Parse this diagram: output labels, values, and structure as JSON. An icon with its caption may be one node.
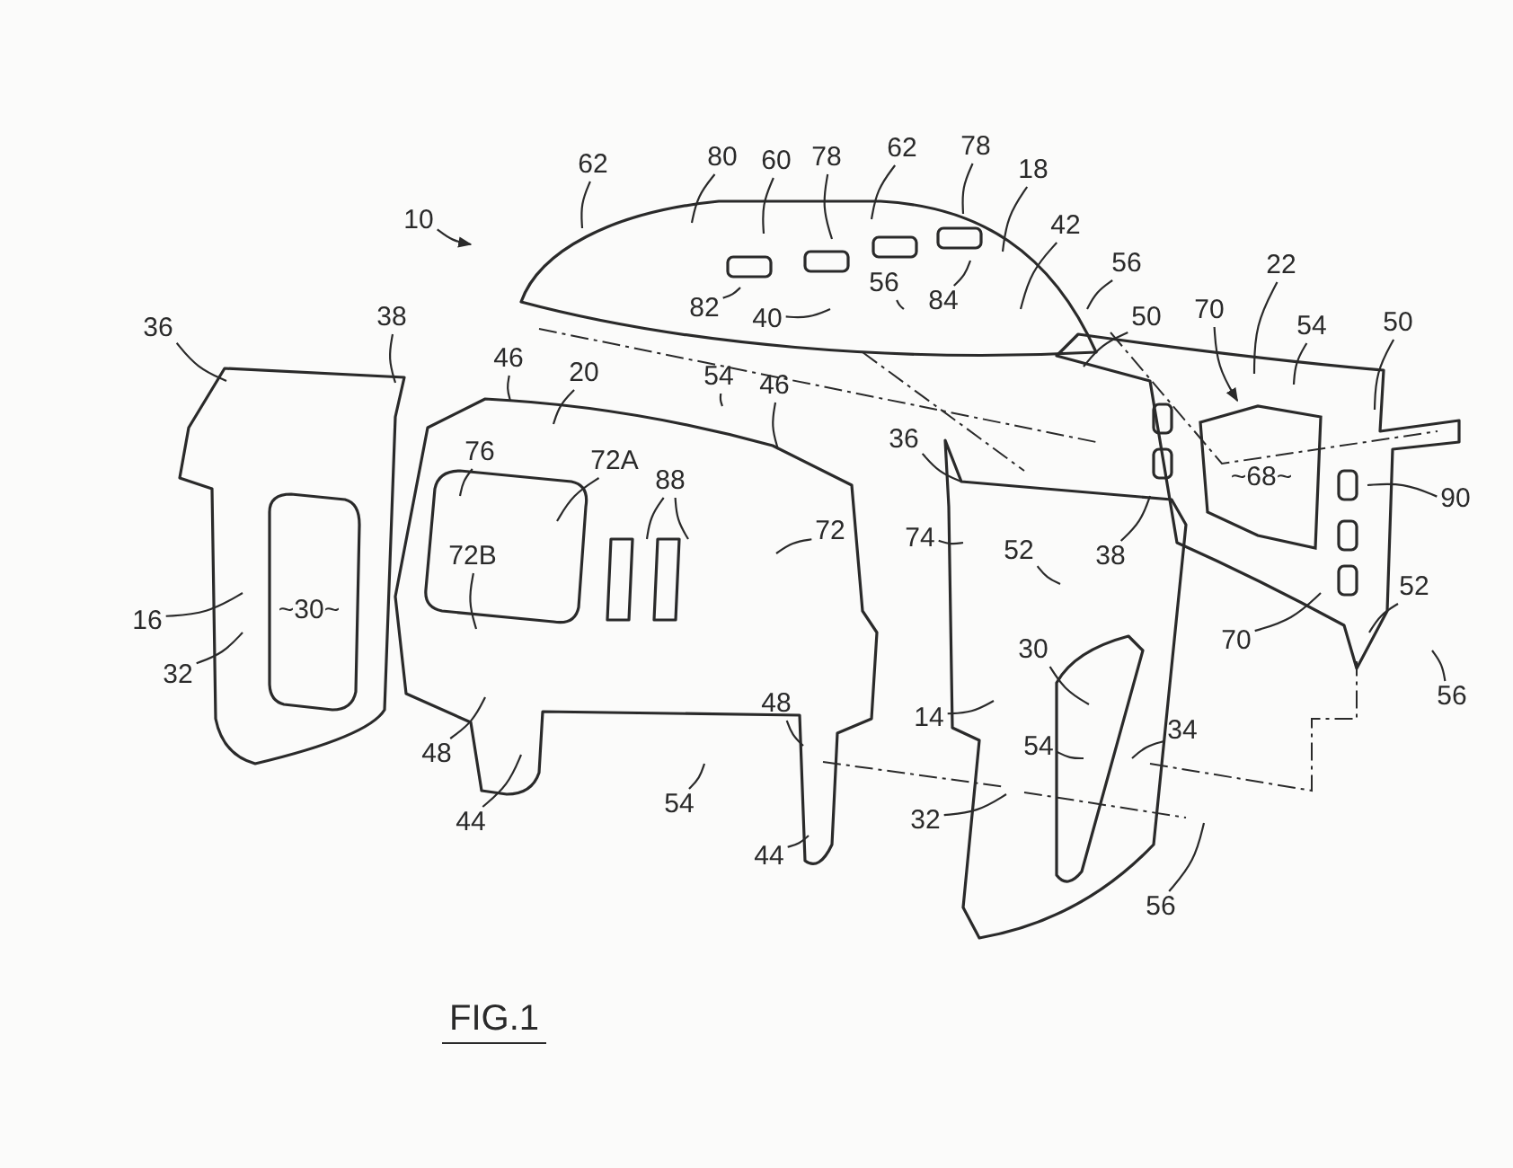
{
  "diagram": {
    "caption": "FIG.1",
    "nodes": [
      {
        "text": [
          "10"
        ]
      },
      {
        "text": [
          "62"
        ]
      },
      {
        "text": [
          "80"
        ]
      },
      {
        "text": [
          "60"
        ]
      },
      {
        "text": [
          "78"
        ]
      },
      {
        "text": [
          "62"
        ]
      },
      {
        "text": [
          "78"
        ]
      },
      {
        "text": [
          "18"
        ]
      },
      {
        "text": [
          "42"
        ]
      },
      {
        "text": [
          "56"
        ]
      },
      {
        "text": [
          "56"
        ]
      },
      {
        "text": [
          "82"
        ]
      },
      {
        "text": [
          "84"
        ]
      },
      {
        "text": [
          "40"
        ]
      },
      {
        "text": [
          "22"
        ]
      },
      {
        "text": [
          "70"
        ]
      },
      {
        "text": [
          "54"
        ]
      },
      {
        "text": [
          "50"
        ]
      },
      {
        "text": [
          "50"
        ]
      },
      {
        "text": [
          "36"
        ]
      },
      {
        "text": [
          "38"
        ]
      },
      {
        "text": [
          "46"
        ]
      },
      {
        "text": [
          "20"
        ]
      },
      {
        "text": [
          "54"
        ]
      },
      {
        "text": [
          "46"
        ]
      },
      {
        "text": [
          "76"
        ]
      },
      {
        "text": [
          "72A"
        ]
      },
      {
        "text": [
          "88"
        ]
      },
      {
        "text": [
          "72"
        ]
      },
      {
        "text": [
          "72B"
        ]
      },
      {
        "text": [
          "16"
        ]
      },
      {
        "text": [
          "32"
        ]
      },
      {
        "text": [
          "48"
        ]
      },
      {
        "text": [
          "44"
        ]
      },
      {
        "text": [
          "36"
        ]
      },
      {
        "text": [
          "38"
        ]
      },
      {
        "text": [
          "74"
        ]
      },
      {
        "text": [
          "52"
        ]
      },
      {
        "text": [
          "90"
        ]
      },
      {
        "text": [
          "52"
        ]
      },
      {
        "text": [
          "70"
        ]
      },
      {
        "text": [
          "56"
        ]
      },
      {
        "text": [
          "30"
        ]
      },
      {
        "text": [
          "14"
        ]
      },
      {
        "text": [
          "54"
        ]
      },
      {
        "text": [
          "34"
        ]
      },
      {
        "text": [
          "48"
        ]
      },
      {
        "text": [
          "32"
        ]
      },
      {
        "text": [
          "56"
        ]
      },
      {
        "text": [
          "54"
        ]
      },
      {
        "text": [
          "44"
        ]
      },
      {
        "text": [
          "~68~"
        ]
      }
    ],
    "edges": [
      {
        "from": 0,
        "to": null,
        "arrow": "to"
      },
      {
        "from": 1,
        "to": null,
        "arrow": "none"
      },
      {
        "from": 2,
        "to": null,
        "arrow": "none"
      },
      {
        "from": 3,
        "to": null,
        "arrow": "none"
      },
      {
        "from": 4,
        "to": null,
        "arrow": "none"
      },
      {
        "from": 5,
        "to": null,
        "arrow": "none"
      },
      {
        "from": 6,
        "to": null,
        "arrow": "none"
      },
      {
        "from": 7,
        "to": null,
        "arrow": "none"
      },
      {
        "from": 8,
        "to": null,
        "arrow": "none"
      },
      {
        "from": 9,
        "to": null,
        "arrow": "none"
      },
      {
        "from": 10,
        "to": null,
        "arrow": "none"
      },
      {
        "from": 11,
        "to": null,
        "arrow": "none"
      },
      {
        "from": 12,
        "to": null,
        "arrow": "none"
      },
      {
        "from": 13,
        "to": null,
        "arrow": "none"
      },
      {
        "from": 14,
        "to": null,
        "arrow": "none"
      },
      {
        "from": 15,
        "to": 51,
        "arrow": "to"
      },
      {
        "from": 16,
        "to": null,
        "arrow": "none"
      },
      {
        "from": 17,
        "to": null,
        "arrow": "none"
      },
      {
        "from": 18,
        "to": null,
        "arrow": "none"
      },
      {
        "from": 19,
        "to": null,
        "arrow": "none"
      },
      {
        "from": 20,
        "to": null,
        "arrow": "none"
      },
      {
        "from": 21,
        "to": null,
        "arrow": "none"
      },
      {
        "from": 22,
        "to": null,
        "arrow": "none"
      },
      {
        "from": 23,
        "to": null,
        "arrow": "none"
      },
      {
        "from": 24,
        "to": null,
        "arrow": "none"
      },
      {
        "from": 25,
        "to": null,
        "arrow": "none"
      },
      {
        "from": 26,
        "to": null,
        "arrow": "none"
      },
      {
        "from": 27,
        "to": null,
        "arrow": "none"
      },
      {
        "from": 27,
        "to": null,
        "arrow": "none"
      },
      {
        "from": 28,
        "to": null,
        "arrow": "none"
      },
      {
        "from": 29,
        "to": null,
        "arrow": "none"
      },
      {
        "from": 30,
        "to": null,
        "arrow": "none"
      },
      {
        "from": 31,
        "to": null,
        "arrow": "none"
      },
      {
        "from": 32,
        "to": null,
        "arrow": "none"
      },
      {
        "from": 33,
        "to": null,
        "arrow": "none"
      },
      {
        "from": 34,
        "to": null,
        "arrow": "none"
      },
      {
        "from": 35,
        "to": null,
        "arrow": "none"
      },
      {
        "from": 36,
        "to": null,
        "arrow": "none"
      },
      {
        "from": 37,
        "to": null,
        "arrow": "none"
      },
      {
        "from": 38,
        "to": null,
        "arrow": "none"
      },
      {
        "from": 39,
        "to": null,
        "arrow": "none"
      },
      {
        "from": 40,
        "to": null,
        "arrow": "none"
      },
      {
        "from": 41,
        "to": null,
        "arrow": "none"
      },
      {
        "from": 42,
        "to": null,
        "arrow": "none"
      },
      {
        "from": 43,
        "to": null,
        "arrow": "none"
      },
      {
        "from": 44,
        "to": null,
        "arrow": "none"
      },
      {
        "from": 45,
        "to": null,
        "arrow": "none"
      },
      {
        "from": 46,
        "to": null,
        "arrow": "none"
      },
      {
        "from": 47,
        "to": null,
        "arrow": "none"
      },
      {
        "from": 48,
        "to": null,
        "arrow": "none"
      },
      {
        "from": 49,
        "to": null,
        "arrow": "none"
      },
      {
        "from": 50,
        "to": null,
        "arrow": "none"
      }
    ],
    "labels": [
      "~30~"
    ]
  }
}
